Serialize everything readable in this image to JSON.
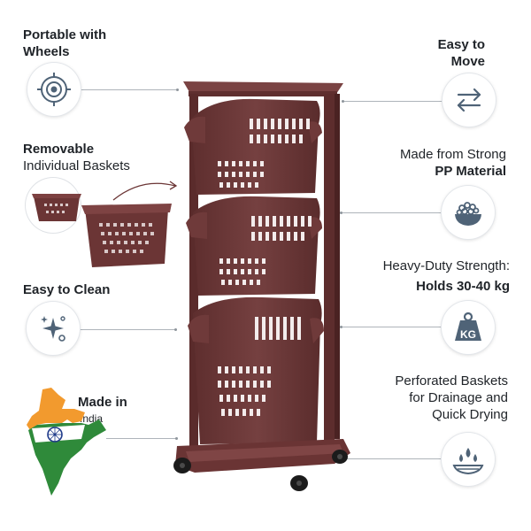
{
  "features": {
    "portable": {
      "line1": "Portable with",
      "line2": "Wheels"
    },
    "removable": {
      "line1": "Removable",
      "line2": "Individual Baskets"
    },
    "clean": {
      "line1": "Easy to Clean"
    },
    "made_in": {
      "line1": "Made in",
      "line2": "India"
    },
    "easy_move": {
      "line1": "Easy to",
      "line2": "Move"
    },
    "strong": {
      "line1": "Made from Strong",
      "line2": "PP Material"
    },
    "heavy": {
      "line1": "Heavy-Duty Strength:",
      "line2": "Holds 30-40 kg"
    },
    "perforated": {
      "line1": "Perforated Baskets",
      "line2": "for Drainage and",
      "line3": "Quick Drying"
    }
  },
  "icons": {
    "portable": "wheel-icon",
    "easy_move": "arrows-icon",
    "strong": "material-bowl-icon",
    "heavy": "kg-weight-icon",
    "clean": "sparkle-clean-icon",
    "perforated": "water-drops-icon",
    "weight_text": "KG"
  },
  "colors": {
    "product": "#6b3535",
    "icon": "#4f6377",
    "saffron": "#f29a2e",
    "green": "#2f8a3a",
    "navy": "#1f3b8a"
  }
}
